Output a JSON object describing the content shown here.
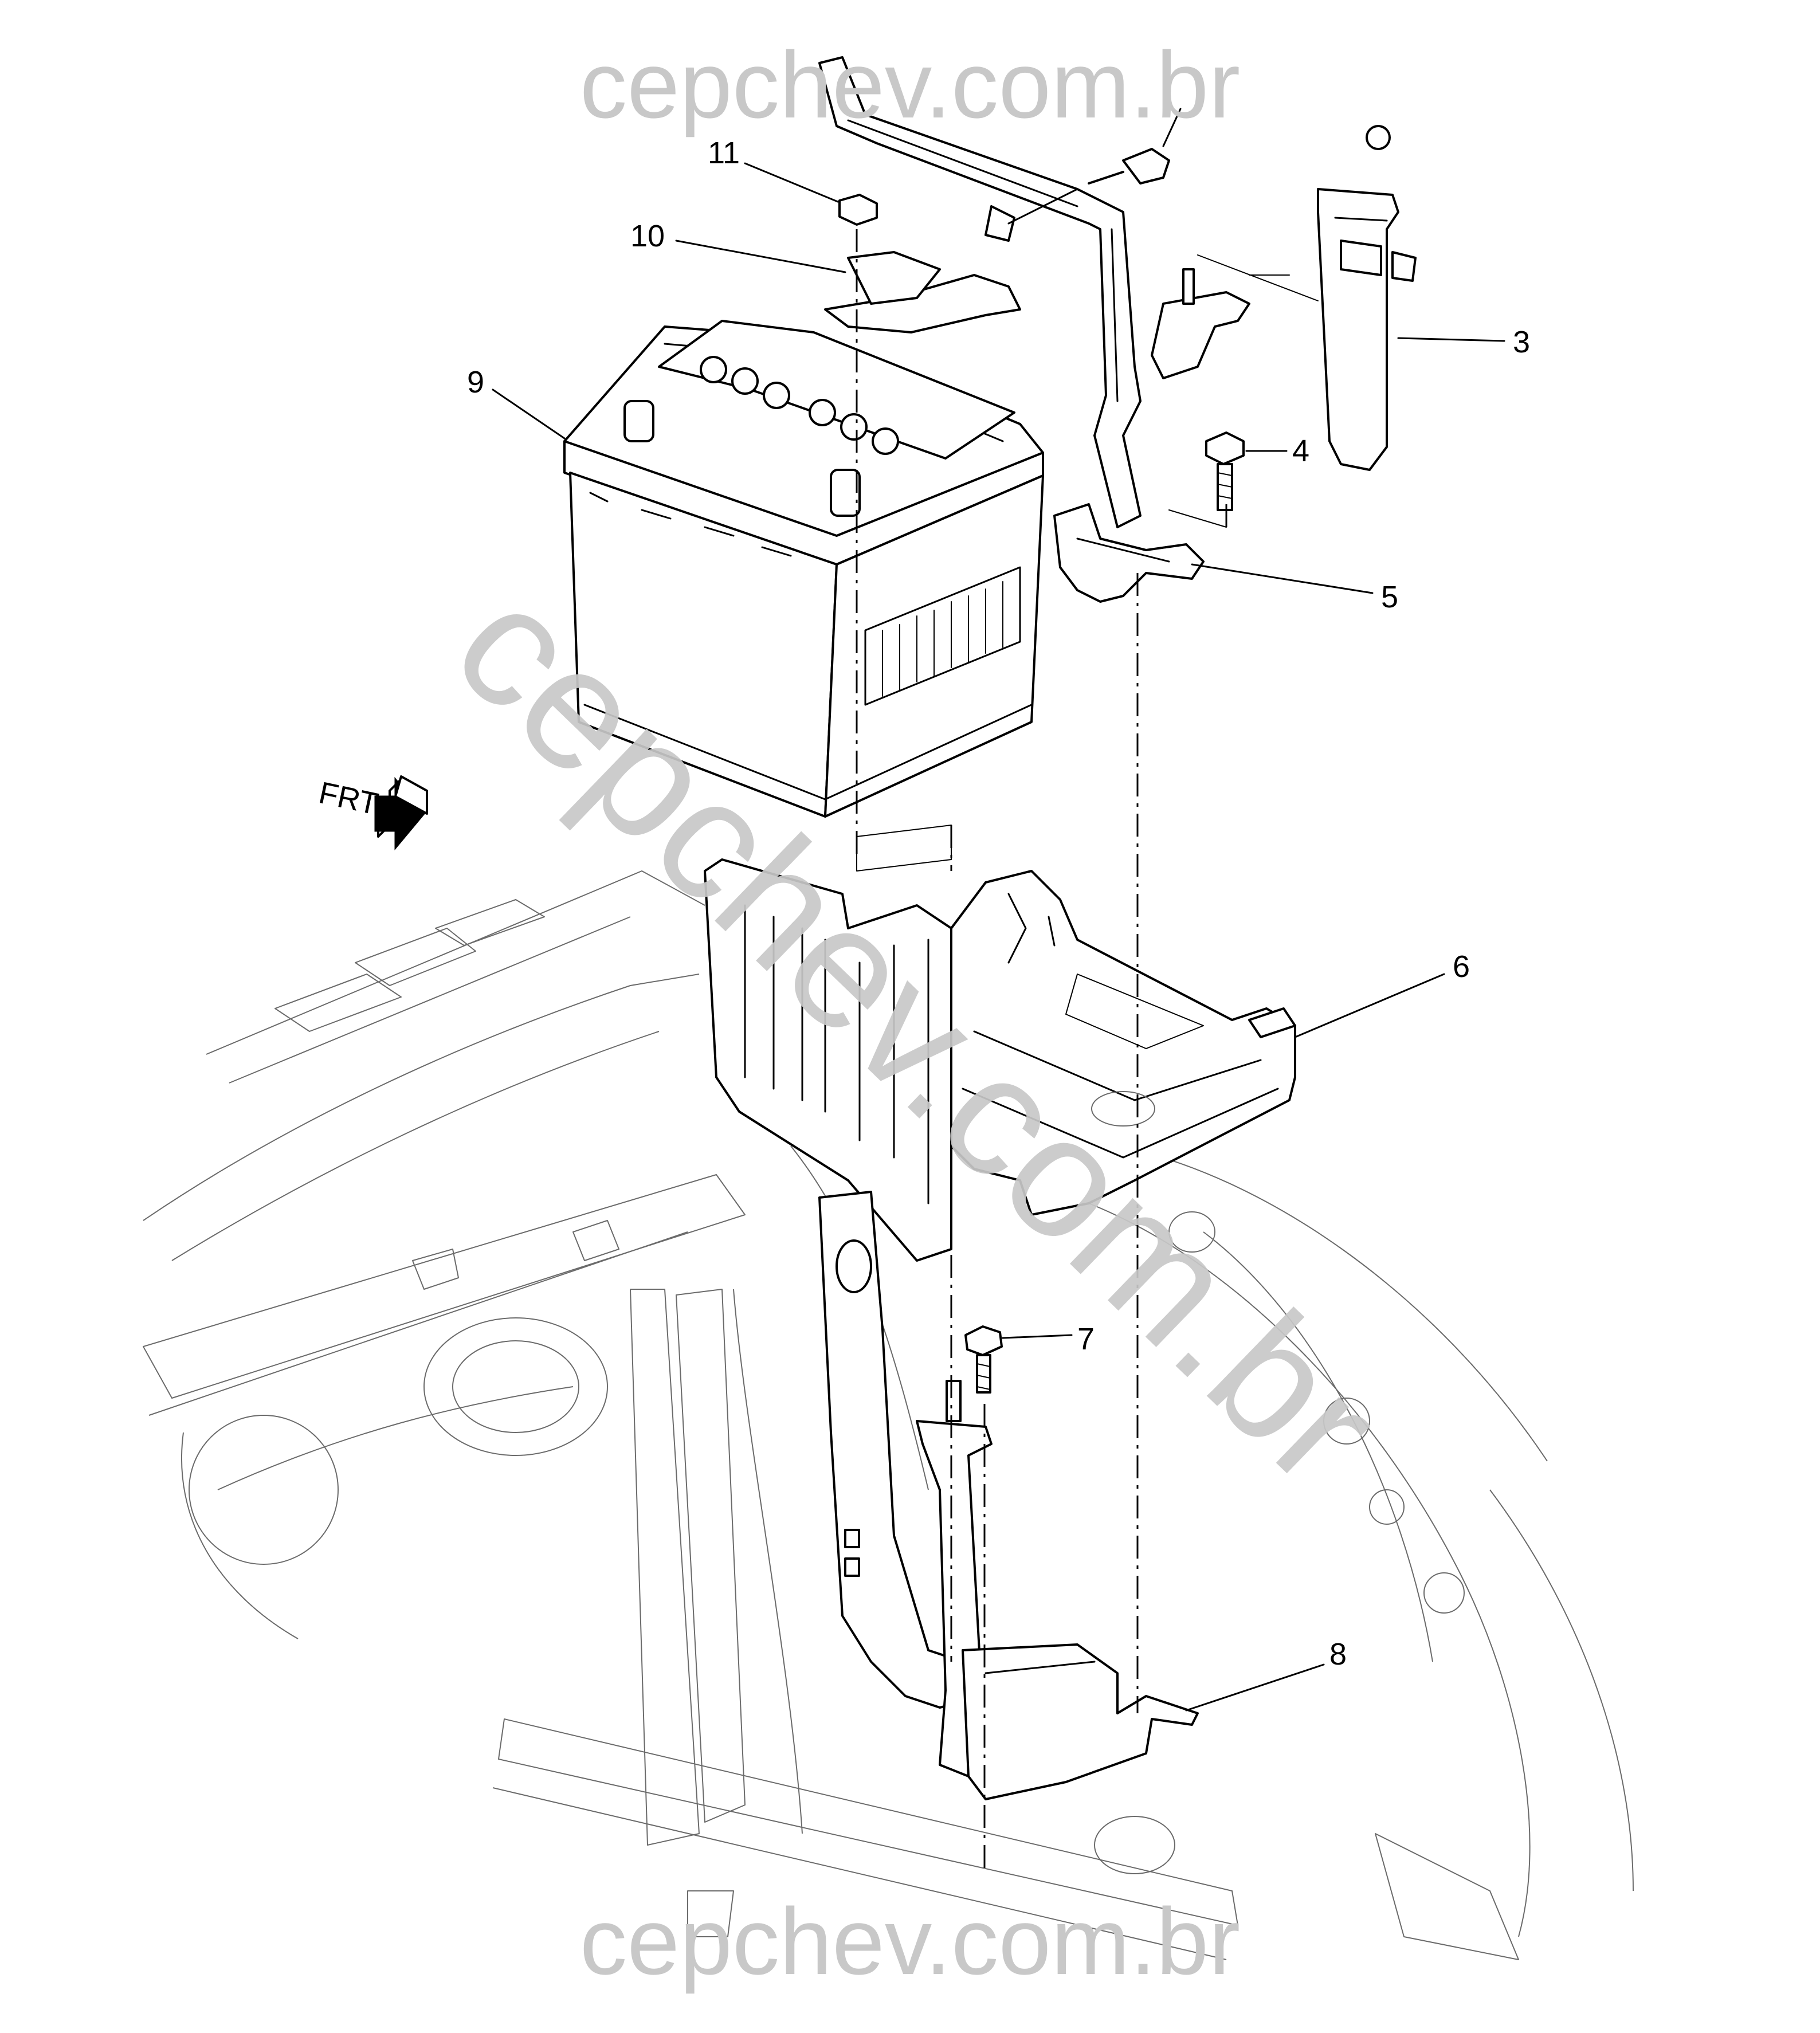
{
  "watermark": {
    "top": "cepchev.com.br",
    "diagonal": "cepchev.com.br",
    "bottom": "cepchev.com.br",
    "color": "#c8c8c8"
  },
  "orientation": {
    "label": "FRT",
    "icon": "front-arrow-icon"
  },
  "callouts": [
    "3",
    "4",
    "5",
    "6",
    "7",
    "8",
    "9",
    "10",
    "11"
  ],
  "colors": {
    "line": "#000000",
    "background": "#ffffff",
    "body_line": "#6b6b6b"
  }
}
